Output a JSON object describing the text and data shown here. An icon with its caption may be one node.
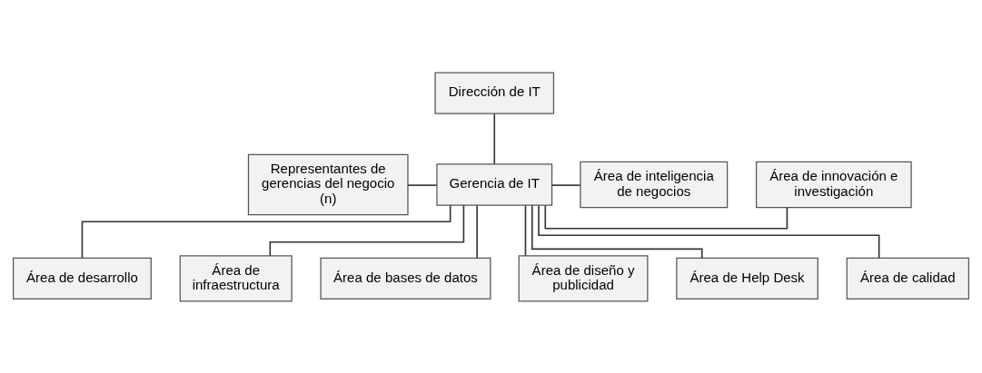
{
  "diagram": {
    "nodes": [
      {
        "text": [
          "Dirección de IT"
        ]
      },
      {
        "text": [
          "Representantes de gerencias del negocio (n)"
        ]
      },
      {
        "text": [
          "Gerencia de IT"
        ]
      },
      {
        "text": [
          "Área de innovación e investigación"
        ]
      },
      {
        "text": [
          "Área de inteligencia de negocios"
        ]
      },
      {
        "text": [
          "Área de desarrollo"
        ]
      },
      {
        "text": [
          "Área de infraestructura"
        ]
      },
      {
        "text": [
          "Área de bases de datos"
        ]
      },
      {
        "text": [
          "Área de diseño y publicidad"
        ]
      },
      {
        "text": [
          "Área de Help Desk"
        ]
      },
      {
        "text": [
          "Área de calidad"
        ]
      }
    ],
    "edges": [
      {
        "from": 0,
        "to": 2,
        "arrow": "none"
      },
      {
        "from": 1,
        "to": 2,
        "arrow": "none"
      },
      {
        "from": 2,
        "to": 3,
        "arrow": "none"
      },
      {
        "from": 2,
        "to": 4,
        "arrow": "none"
      },
      {
        "from": 2,
        "to": 5,
        "arrow": "none"
      },
      {
        "from": 2,
        "to": 6,
        "arrow": "none"
      },
      {
        "from": 2,
        "to": 7,
        "arrow": "none"
      },
      {
        "from": 2,
        "to": 8,
        "arrow": "none"
      },
      {
        "from": 2,
        "to": 9,
        "arrow": "none"
      },
      {
        "from": 2,
        "to": 10,
        "arrow": "none"
      }
    ]
  }
}
